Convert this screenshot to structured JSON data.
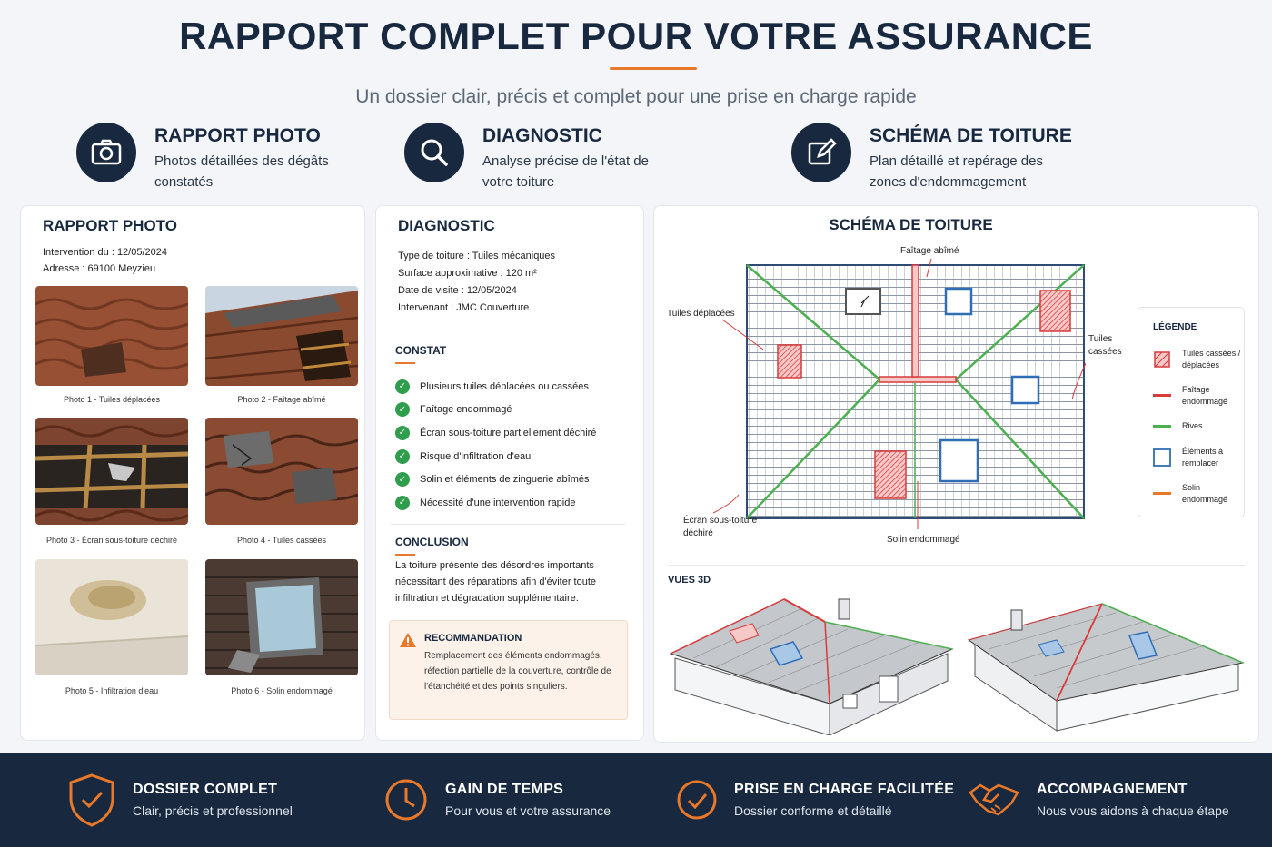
{
  "header": {
    "title": "RAPPORT COMPLET POUR VOTRE ASSURANCE",
    "subtitle": "Un dossier clair, précis et complet pour une prise en charge rapide"
  },
  "features": [
    {
      "icon": "camera-icon",
      "title": "RAPPORT PHOTO",
      "desc": "Photos détaillées des dégâts constatés"
    },
    {
      "icon": "magnifier-icon",
      "title": "DIAGNOSTIC",
      "desc": "Analyse précise de l'état de votre toiture"
    },
    {
      "icon": "edit-icon",
      "title": "SCHÉMA DE TOITURE",
      "desc": "Plan détaillé et repérage des zones d'endommagement"
    }
  ],
  "photo_report": {
    "title": "RAPPORT PHOTO",
    "intervention": "Intervention du : 12/05/2024",
    "address": "Adresse : 69100 Meyzieu",
    "photos": [
      "Photo 1 - Tuiles déplacées",
      "Photo 2 - Faîtage abîmé",
      "Photo 3 - Écran sous-toiture déchiré",
      "Photo 4 - Tuiles cassées",
      "Photo 5 - Infiltration d'eau",
      "Photo 6 - Solin endommagé"
    ]
  },
  "diagnostic": {
    "title": "DIAGNOSTIC",
    "type": "Type de toiture : Tuiles mécaniques",
    "surface": "Surface approximative : 120 m²",
    "date": "Date de visite : 12/05/2024",
    "intervenant": "Intervenant : JMC Couverture",
    "constat_title": "CONSTAT",
    "constat": [
      "Plusieurs tuiles déplacées ou cassées",
      "Faîtage endommagé",
      "Écran sous-toiture partiellement déchiré",
      "Risque d'infiltration d'eau",
      "Solin et éléments de zinguerie abîmés",
      "Nécessité d'une intervention rapide"
    ],
    "conclusion_title": "CONCLUSION",
    "conclusion": "La toiture présente des désordres importants nécessitant des réparations afin d'éviter toute infiltration et dégradation supplémentaire.",
    "reco_title": "RECOMMANDATION",
    "reco": "Remplacement des éléments endommagés, réfection partielle de la couverture, contrôle de l'étanchéité et des points singuliers."
  },
  "schema": {
    "title": "SCHÉMA DE TOITURE",
    "labels": {
      "faitage": "Faîtage abîmé",
      "tuiles_deplacees": "Tuiles déplacées",
      "tuiles_cassees": "Tuiles cassées",
      "ecran": "Écran sous-toiture déchiré",
      "solin": "Solin endommagé"
    },
    "legend_title": "LÉGENDE",
    "legend": [
      "Tuiles cassées / déplacées",
      "Faîtage endommagé",
      "Rives",
      "Éléments à remplacer",
      "Solin endommagé"
    ],
    "views_title": "VUES 3D"
  },
  "footer": [
    {
      "icon": "shield-check-icon",
      "title": "DOSSIER COMPLET",
      "desc": "Clair, précis et professionnel"
    },
    {
      "icon": "clock-icon",
      "title": "GAIN DE TEMPS",
      "desc": "Pour vous et votre assurance"
    },
    {
      "icon": "check-circle-icon",
      "title": "PRISE EN CHARGE FACILITÉE",
      "desc": "Dossier conforme et détaillé"
    },
    {
      "icon": "handshake-icon",
      "title": "ACCOMPAGNEMENT",
      "desc": "Nous vous aidons à chaque étape"
    }
  ],
  "colors": {
    "navy": "#17283f",
    "accent": "#e8782a",
    "check": "#2e9d4c",
    "damage_red": "#d93a3a",
    "rive_green": "#4caf50",
    "element_blue": "#2f6db5"
  }
}
